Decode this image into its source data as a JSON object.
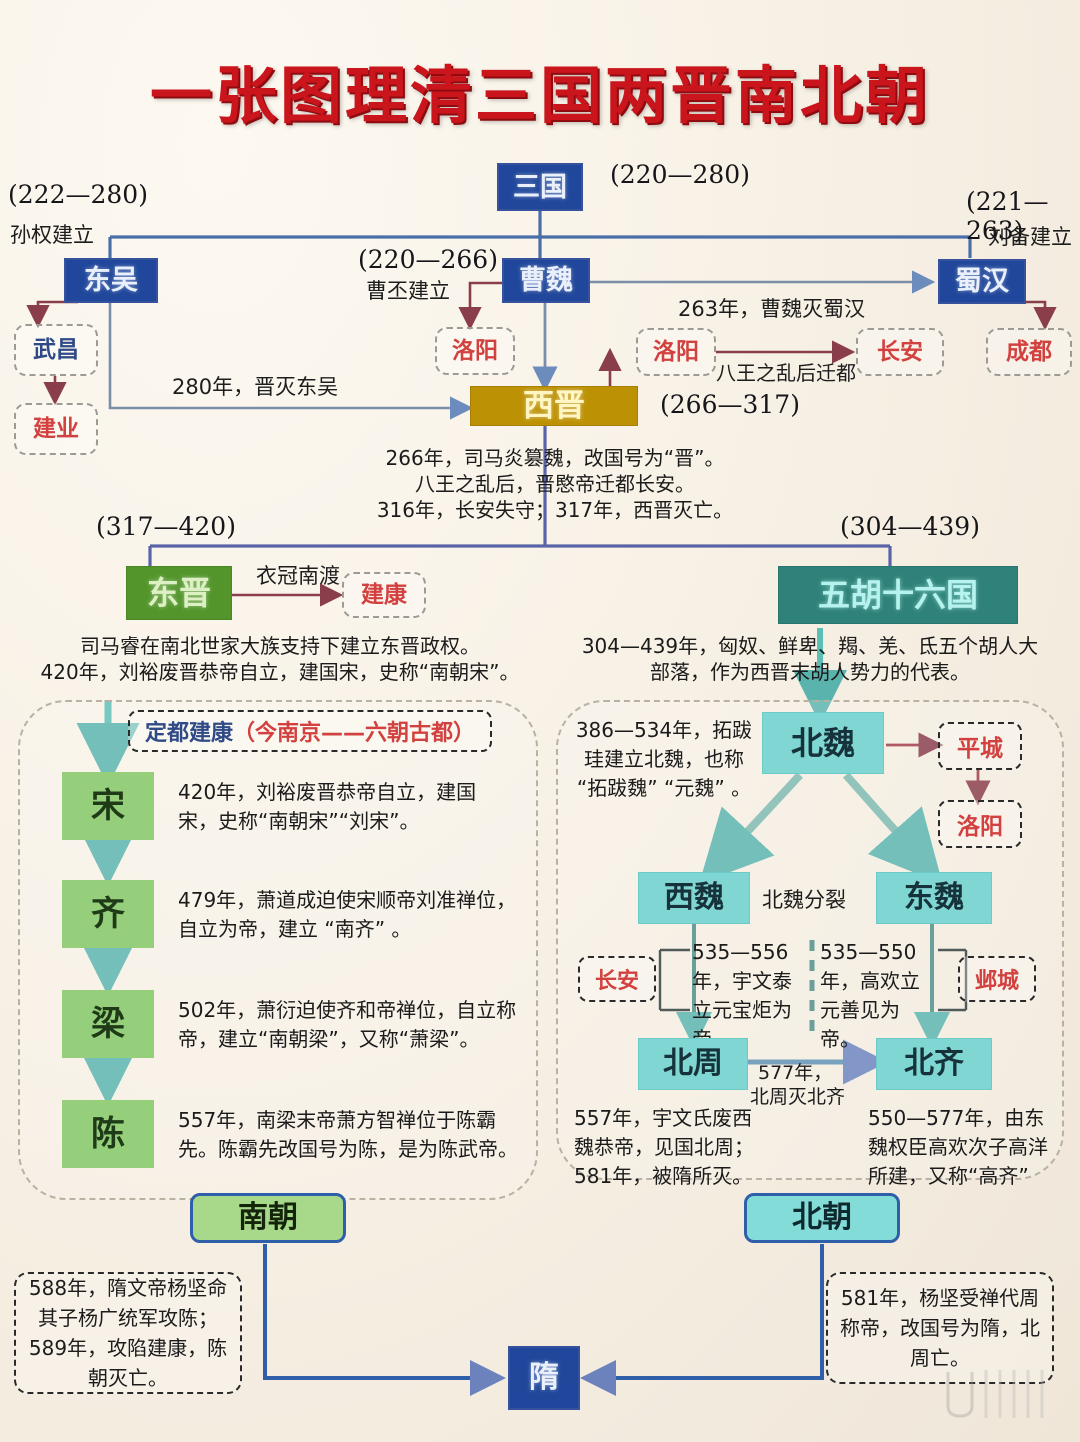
{
  "title": "一张图理清三国两晋南北朝",
  "top": {
    "sanguo": "三国",
    "sanguo_period": "(220—280)",
    "wu_period": "(222—280)",
    "wu_founder": "孙权建立",
    "wu": "东吴",
    "wu_cap1": "武昌",
    "wu_cap2": "建业",
    "wei_period": "(220—266)",
    "wei_founder": "曹丕建立",
    "wei": "曹魏",
    "wei_cap": "洛阳",
    "shu_period": "(221—263)",
    "shu_founder": "刘备建立",
    "shu": "蜀汉",
    "shu_cap": "成都",
    "edge_jin_wu": "280年，晋灭东吴",
    "edge_wei_shu": "263年，曹魏灭蜀汉"
  },
  "xijin": {
    "name": "西晋",
    "period": "(266—317)",
    "cap1": "洛阳",
    "cap2": "长安",
    "move_label": "八王之乱后迁都",
    "desc1": "266年，司马炎篡魏，改国号为“晋”。",
    "desc2": "八王之乱后，晋愍帝迁都长安。",
    "desc3": "316年，长安失守；317年，西晋灭亡。"
  },
  "dongjin": {
    "period": "(317—420)",
    "name": "东晋",
    "migration": "衣冠南渡",
    "capital": "建康",
    "desc1": "司马睿在南北世家大族支持下建立东晋政权。",
    "desc2": "420年，刘裕废晋恭帝自立，建国宋，史称“南朝宋”。"
  },
  "wuhu": {
    "period": "(304—439)",
    "name": "五胡十六国",
    "desc1": "304—439年，匈奴、鲜卑、羯、羌、氐五个胡人大",
    "desc2": "部落，作为西晋末胡人势力的代表。"
  },
  "south": {
    "capital_note_prefix": "定都建康",
    "capital_note_suffix": "（今南京——六朝古都）",
    "items": [
      {
        "name": "宋",
        "desc": "420年，刘裕废晋恭帝自立，建国宋，史称“南朝宋”“刘宋”。"
      },
      {
        "name": "齐",
        "desc": "479年，萧道成迫使宋顺帝刘准禅位，自立为帝，建立 “南齐” 。"
      },
      {
        "name": "梁",
        "desc": "502年，萧衍迫使齐和帝禅位，自立称帝，建立“南朝梁”，又称“萧梁”。"
      },
      {
        "name": "陈",
        "desc": "557年，南梁末帝萧方智禅位于陈霸先。陈霸先改国号为陈，是为陈武帝。"
      }
    ],
    "label": "南朝",
    "note": "588年，隋文帝杨坚命其子杨广统军攻陈；589年，攻陷建康，陈朝灭亡。"
  },
  "north": {
    "beiwei": "北魏",
    "beiwei_desc": "386—534年，拓跋珪建立北魏，也称 “拓跋魏” “元魏” 。",
    "beiwei_cap1": "平城",
    "beiwei_cap2": "洛阳",
    "split_label": "北魏分裂",
    "xiwei": "西魏",
    "xiwei_cap": "长安",
    "xiwei_desc": "535—556年，宇文泰立元宝炬为帝。",
    "dongwei": "东魏",
    "dongwei_cap": "邺城",
    "dongwei_desc": "535—550年，高欢立元善见为帝。",
    "beizhou": "北周",
    "beizhou_desc": "557年，宇文氏废西魏恭帝，见国北周；581年，被隋所灭。",
    "beiqi": "北齐",
    "beiqi_desc": "550—577年，由东魏权臣高欢次子高洋所建，又称“高齐”",
    "conquer_label1": "577年，",
    "conquer_label2": "北周灭北齐",
    "label": "北朝",
    "note": "581年，杨坚受禅代周称帝，改国号为隋，北周亡。"
  },
  "sui": {
    "name": "隋"
  },
  "colors": {
    "blue": "#20479b",
    "gold": "#bd9104",
    "green": "#53952b",
    "teal_dark": "#2f8279",
    "teal": "#7fd6d2",
    "light_green": "#95cf7c",
    "title_red": "#c9151b",
    "arrow_blue": "#4a6fa8",
    "arrow_maroon": "#8a3d4a",
    "arrow_teal": "#5bbfb5"
  }
}
